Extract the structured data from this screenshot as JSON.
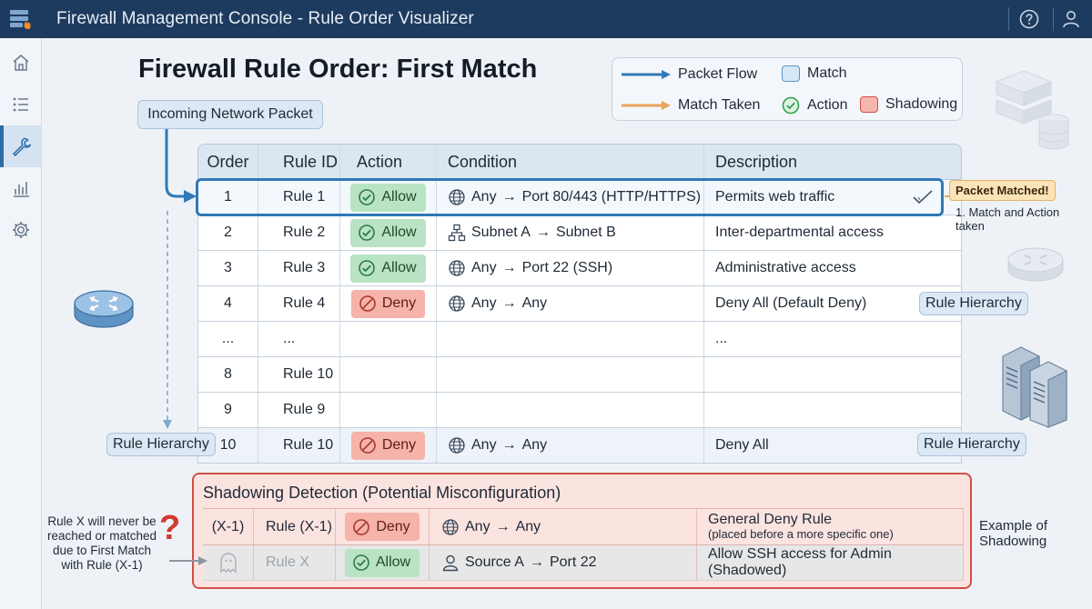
{
  "app": {
    "title": "Firewall Management Console - Rule Order Visualizer"
  },
  "titlebar": {
    "icons": [
      "help-icon",
      "user-icon"
    ]
  },
  "sidebar": {
    "items": [
      "home-icon",
      "list-icon",
      "wrench-icon",
      "chart-icon",
      "gear-icon"
    ],
    "active": "wrench-icon"
  },
  "page": {
    "title": "Firewall Rule Order: First Match",
    "incoming": "Incoming Network Packet"
  },
  "legend": {
    "packet_flow": "Packet Flow",
    "match_taken": "Match Taken",
    "match": "Match",
    "action": "Action",
    "shadowing": "Shadowing",
    "colors": {
      "packet_flow": "#2f79b7",
      "match_taken": "#e8a35c",
      "match": "#d6e8f7",
      "action": "#2fa34a",
      "shadowing": "#f6b8ae"
    }
  },
  "table": {
    "headers": [
      "Order",
      "Rule ID",
      "Action",
      "Condition",
      "Description"
    ],
    "rows": [
      {
        "order": "1",
        "rule": "Rule 1",
        "action": "Allow",
        "src": "Any",
        "dst": "Port 80/443 (HTTP/HTTPS)",
        "desc": "Permits web traffic",
        "icon": "globe-icon"
      },
      {
        "order": "2",
        "rule": "Rule 2",
        "action": "Allow",
        "src": "Subnet A",
        "dst": "Subnet B",
        "desc": "Inter-departmental access",
        "icon": "network-icon"
      },
      {
        "order": "3",
        "rule": "Rule 3",
        "action": "Allow",
        "src": "Any",
        "dst": "Port 22 (SSH)",
        "desc": "Administrative access",
        "icon": "globe-icon"
      },
      {
        "order": "4",
        "rule": "Rule 4",
        "action": "Deny",
        "src": "Any",
        "dst": "Any",
        "desc": "Deny All (Default Deny)",
        "icon": "globe-icon"
      },
      {
        "order": "...",
        "rule": "...",
        "action": "",
        "src": "",
        "dst": "",
        "desc": "..."
      },
      {
        "order": "8",
        "rule": "Rule 10",
        "action": "",
        "src": "",
        "dst": "",
        "desc": ""
      },
      {
        "order": "9",
        "rule": "Rule 9",
        "action": "",
        "src": "",
        "dst": "",
        "desc": ""
      },
      {
        "order": "10",
        "rule": "Rule 10",
        "action": "Deny",
        "src": "Any",
        "dst": "Any",
        "desc": "Deny All",
        "icon": "globe-icon"
      }
    ],
    "arrow": "→"
  },
  "callouts": {
    "matched": "Packet Matched!",
    "matched_note": "1. Match and Action taken",
    "rule_hierarchy": "Rule Hierarchy"
  },
  "shadowing": {
    "title": "Shadowing Detection (Potential Misconfiguration)",
    "rows": [
      {
        "order": "(X-1)",
        "rule": "Rule (X-1)",
        "action": "Deny",
        "src": "Any",
        "dst": "Any",
        "desc": "General Deny Rule",
        "desc_sub": "(placed before a more specific one)",
        "icon": "globe-icon"
      },
      {
        "order": "",
        "rule": "Rule X",
        "action": "Allow",
        "src": "Source A",
        "dst": "Port 22",
        "desc": "Allow SSH access for Admin (Shadowed)",
        "icon": "person-icon"
      }
    ],
    "side_note": "Rule X will never be reached or matched due to First Match with Rule (X-1)",
    "question": "?",
    "example": "Example of Shadowing"
  }
}
